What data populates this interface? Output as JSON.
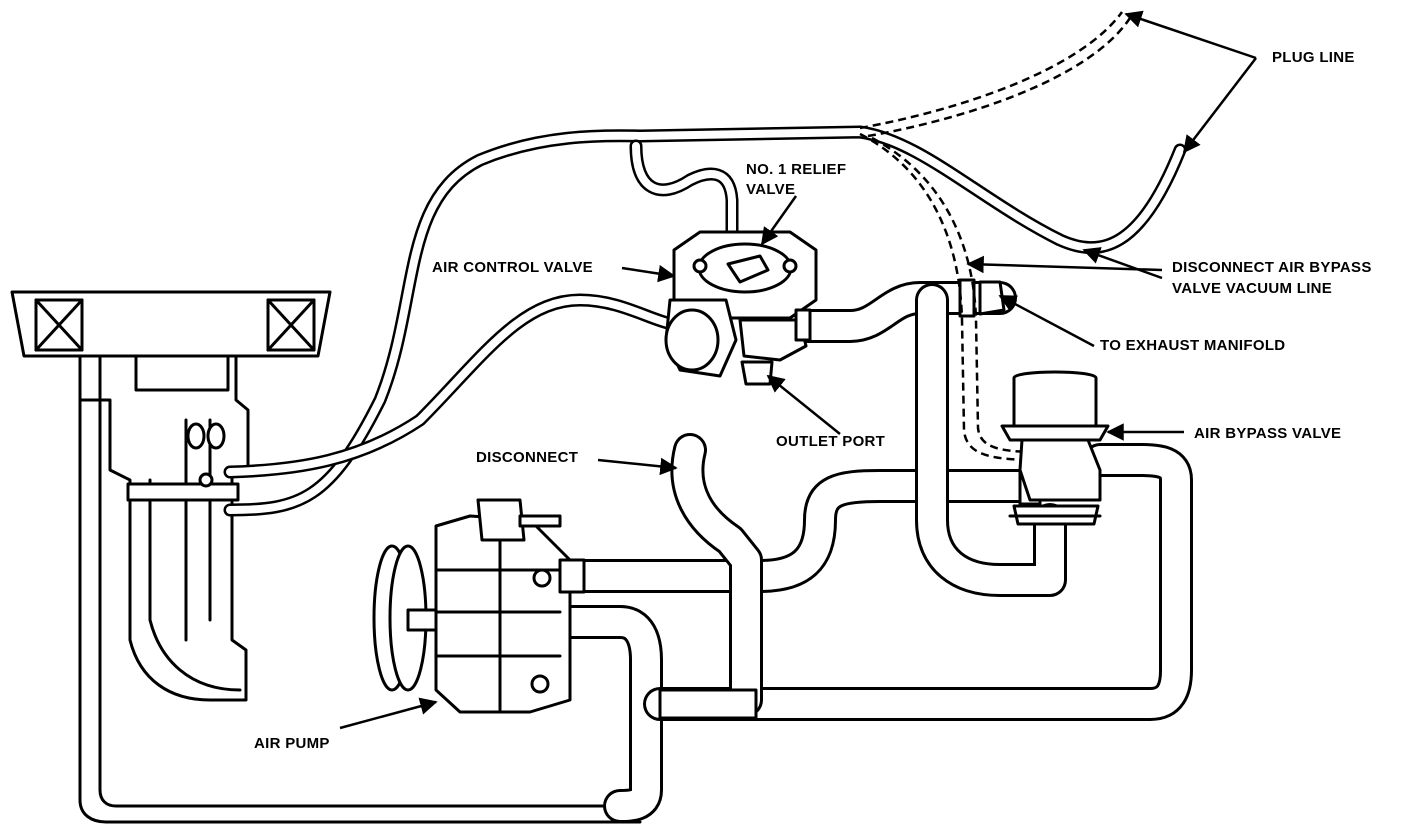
{
  "labels": {
    "plug_line": "PLUG LINE",
    "no1_relief_valve_line1": "NO. 1 RELIEF",
    "no1_relief_valve_line2": "VALVE",
    "air_control_valve": "AIR CONTROL VALVE",
    "disconnect_bypass_line1": "DISCONNECT AIR BYPASS",
    "disconnect_bypass_line2": "VALVE VACUUM LINE",
    "to_exhaust_manifold": "TO EXHAUST MANIFOLD",
    "outlet_port": "OUTLET PORT",
    "air_bypass_valve": "AIR BYPASS VALVE",
    "disconnect": "DISCONNECT",
    "air_pump": "AIR PUMP"
  }
}
